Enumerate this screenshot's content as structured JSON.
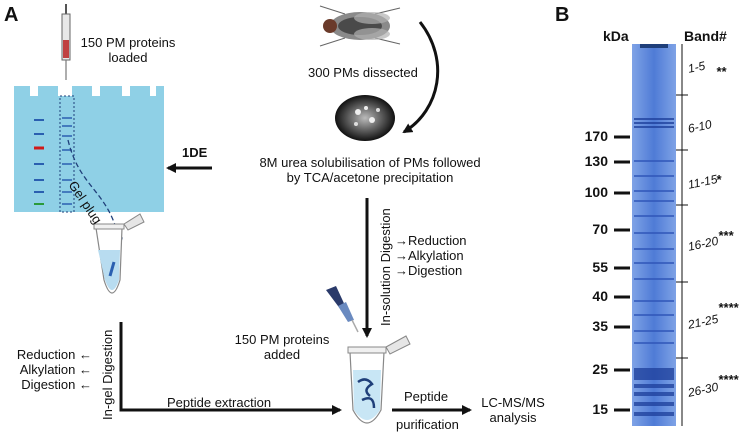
{
  "panel_a": {
    "label": "A",
    "loaded_text": [
      "150 PM proteins",
      "loaded"
    ],
    "dissected_text": "300 PMs dissected",
    "gel_plug_label": "Gel plug",
    "one_de_label": "1DE",
    "solubilisation_text": [
      "8M urea solubilisation of PMs followed",
      "by TCA/acetone precipitation"
    ],
    "in_solution_label": "In-solution Digestion",
    "in_solution_steps": [
      "→Reduction",
      "→Alkylation",
      "→Digestion"
    ],
    "in_gel_label": "In-gel Digestion",
    "in_gel_steps": [
      "Reduction ←",
      "Alkylation ←",
      "Digestion ←"
    ],
    "added_text": [
      "150 PM proteins",
      "added"
    ],
    "peptide_extraction_label": "Peptide extraction",
    "peptide_label": "Peptide",
    "purification_label": "purification",
    "analysis_text": [
      "LC-MS/MS",
      "analysis"
    ]
  },
  "panel_b": {
    "label": "B",
    "kda_header": "kDa",
    "band_header": "Band#",
    "markers": [
      {
        "kda": "170"
      },
      {
        "kda": "130"
      },
      {
        "kda": "100"
      },
      {
        "kda": "70"
      },
      {
        "kda": "55"
      },
      {
        "kda": "40"
      },
      {
        "kda": "35"
      },
      {
        "kda": "25"
      },
      {
        "kda": "15"
      }
    ],
    "bands": [
      {
        "range": "1-5",
        "stars": "**"
      },
      {
        "range": "6-10",
        "stars": ""
      },
      {
        "range": "11-15",
        "stars": "*"
      },
      {
        "range": "16-20",
        "stars": "***"
      },
      {
        "range": "21-25",
        "stars": "****"
      },
      {
        "range": "26-30",
        "stars": "****"
      }
    ]
  },
  "colors": {
    "gel_blue": "#8fd0e6",
    "lane_blue": "#2a5fb0",
    "lane_red": "#d01a1a",
    "lane_green": "#2a9a3a",
    "coomassie": "#5a84d8",
    "arrow": "#111111"
  }
}
